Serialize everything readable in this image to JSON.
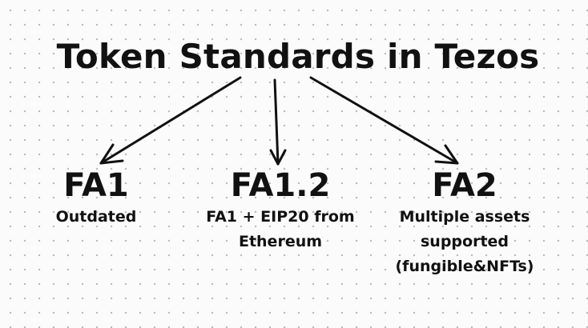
{
  "title": "Token Standards in Tezos",
  "nodes": [
    {
      "name": "FA1",
      "description": "Outdated"
    },
    {
      "name": "FA1.2",
      "description": "FA1 + EIP20 from\nEthereum"
    },
    {
      "name": "FA2",
      "description": "Multiple assets\nsupported\n(fungible&NFTs)"
    }
  ],
  "colors": {
    "text": "#111111",
    "arrow": "#111111",
    "background": "#fbfbfb",
    "dot_grid": "#bdbdbd"
  }
}
